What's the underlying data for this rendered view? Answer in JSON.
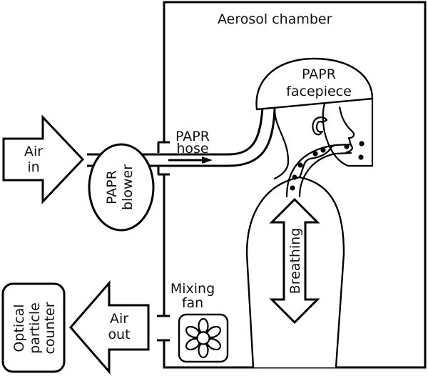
{
  "diagram": {
    "title": "PAPR aerosol chamber test setup",
    "labels": {
      "aerosol_chamber": "Aerosol chamber",
      "facepiece_line1": "PAPR",
      "facepiece_line2": "facepiece",
      "hose_line1": "PAPR",
      "hose_line2": "hose",
      "air_in_line1": "Air",
      "air_in_line2": "in",
      "blower_line1": "PAPR",
      "blower_line2": "blower",
      "breathing": "Breathing",
      "mixing_fan_line1": "Mixing",
      "mixing_fan_line2": "fan",
      "air_out_line1": "Air",
      "air_out_line2": "out",
      "counter_line1": "Optical",
      "counter_line2": "particle",
      "counter_line3": "counter"
    },
    "components": [
      {
        "id": "air-in-arrow",
        "kind": "arrow",
        "direction": "right"
      },
      {
        "id": "papr-blower",
        "kind": "ellipse"
      },
      {
        "id": "papr-hose",
        "kind": "tube",
        "flow": "blower-to-facepiece"
      },
      {
        "id": "aerosol-chamber",
        "kind": "box"
      },
      {
        "id": "papr-facepiece",
        "kind": "hood"
      },
      {
        "id": "mannequin",
        "kind": "figure"
      },
      {
        "id": "breathing-arrow",
        "kind": "arrow",
        "direction": "up-down"
      },
      {
        "id": "mixing-fan",
        "kind": "fan"
      },
      {
        "id": "air-out-arrow",
        "kind": "arrow",
        "direction": "left"
      },
      {
        "id": "optical-particle-counter",
        "kind": "rounded-box"
      }
    ],
    "connections": [
      {
        "from": "air-in-arrow",
        "to": "papr-blower"
      },
      {
        "from": "papr-blower",
        "to": "papr-hose"
      },
      {
        "from": "papr-hose",
        "to": "papr-facepiece"
      },
      {
        "from": "aerosol-chamber",
        "to": "air-out-arrow"
      },
      {
        "from": "air-out-arrow",
        "to": "optical-particle-counter"
      }
    ]
  }
}
